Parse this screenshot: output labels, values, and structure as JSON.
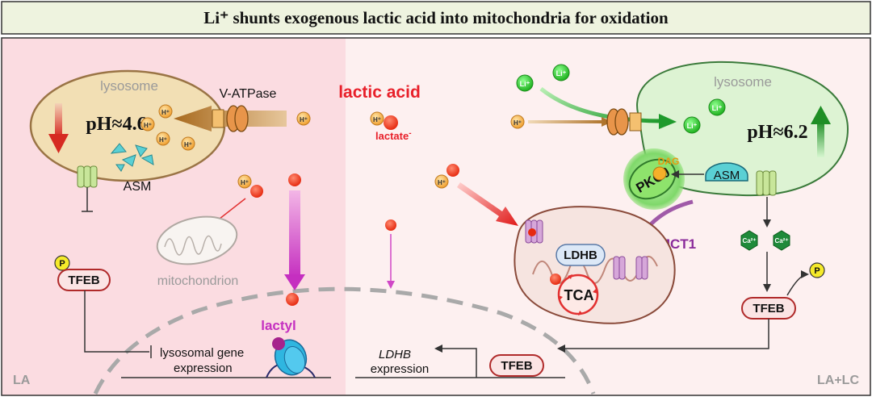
{
  "title": "Li⁺ shunts exogenous lactic acid into mitochondria for oxidation",
  "panels": {
    "left_label": "LA",
    "right_label": "LA+LC"
  },
  "left": {
    "lysosome_label": "lysosome",
    "ph_label": "pH≈4.6",
    "asm_label": "ASM",
    "vatpase_label": "V-ATPase",
    "proton_label": "H⁺",
    "mitochondrion_label": "mitochondrion",
    "tfeb_label": "TFEB",
    "phospho_label": "P",
    "lactyl_label": "lactyl",
    "gene_expression_line1": "lysosomal gene",
    "gene_expression_line2": "expression"
  },
  "center": {
    "lactic_acid_label": "lactic acid",
    "lactate_label": "lactate",
    "lactate_sup": "-",
    "proton_label": "H⁺"
  },
  "right": {
    "lysosome_label": "lysosome",
    "ph_label": "pH≈6.2",
    "lithium_label": "Li⁺",
    "proton_label": "H⁺",
    "asm_label": "ASM",
    "dag_label": "DAG",
    "pkc_label": "PKCθ",
    "mct1_label": "MCT1",
    "ldhb_label": "LDHB",
    "tca_label": "TCA",
    "calcium_label": "Ca²⁺",
    "phospho_label": "P",
    "tfeb_label": "TFEB",
    "nuclear_tfeb_label": "TFEB",
    "ldhb_expression_gene": "LDHB",
    "ldhb_expression_word": "expression"
  },
  "colors": {
    "left_bg": "#fbdce1",
    "right_bg": "#fdf0f0",
    "title_bg": "#eef3df",
    "lysosome_left": "#f2dfb4",
    "lysosome_right": "#ddf3d3",
    "lactic_red": "#e8202a",
    "magenta": "#c030c0",
    "green_arrow": "#2a9a3a",
    "brown_arrow": "#b07a30"
  }
}
